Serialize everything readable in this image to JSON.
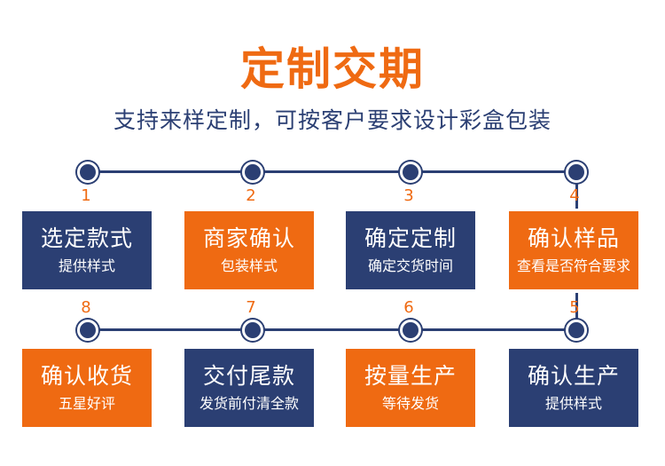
{
  "title": "定制交期",
  "subtitle": "支持来样定制，可按客户要求设计彩盒包装",
  "colors": {
    "navy": "#2b3f73",
    "orange": "#ef6a12"
  },
  "row1": [
    {
      "number": "1",
      "title": "选定款式",
      "subtitle": "提供样式",
      "color": "blue"
    },
    {
      "number": "2",
      "title": "商家确认",
      "subtitle": "包装样式",
      "color": "orange"
    },
    {
      "number": "3",
      "title": "确定定制",
      "subtitle": "确定交货时间",
      "color": "blue"
    },
    {
      "number": "4",
      "title": "确认样品",
      "subtitle": "查看是否符合要求",
      "color": "orange"
    }
  ],
  "row2": [
    {
      "number": "8",
      "title": "确认收货",
      "subtitle": "五星好评",
      "color": "orange"
    },
    {
      "number": "7",
      "title": "交付尾款",
      "subtitle": "发货前付清全款",
      "color": "blue"
    },
    {
      "number": "6",
      "title": "按量生产",
      "subtitle": "等待发货",
      "color": "orange"
    },
    {
      "number": "5",
      "title": "确认生产",
      "subtitle": "提供样式",
      "color": "blue"
    }
  ]
}
